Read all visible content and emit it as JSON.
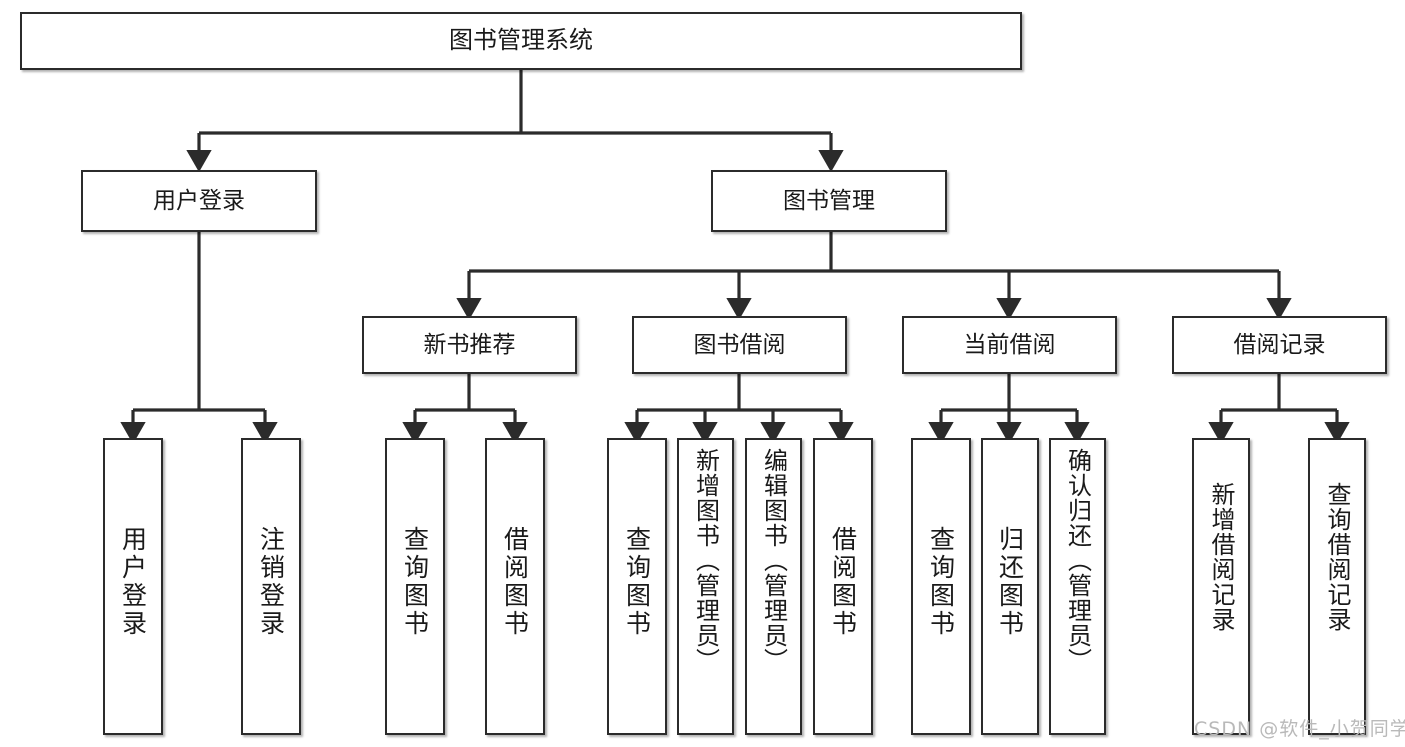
{
  "diagram": {
    "title": "图书管理系统",
    "type": "tree-hierarchy-chart",
    "orientation": "top-down",
    "colors": {
      "box_border": "#2b2b2b",
      "box_fill": "#ffffff",
      "connector": "#2b2b2b",
      "text": "#1a1a1a",
      "watermark": "#b9b9b9",
      "background": "#ffffff"
    }
  },
  "root": {
    "label": "图书管理系统"
  },
  "level2": [
    {
      "label": "用户登录"
    },
    {
      "label": "图书管理"
    }
  ],
  "level3": [
    {
      "label": "新书推荐"
    },
    {
      "label": "图书借阅"
    },
    {
      "label": "当前借阅"
    },
    {
      "label": "借阅记录"
    }
  ],
  "leaves": {
    "user_login": [
      {
        "label": "用户登录"
      },
      {
        "label": "注销登录"
      }
    ],
    "new_book_recommend": [
      {
        "label": "查询图书"
      },
      {
        "label": "借阅图书"
      }
    ],
    "book_borrow": [
      {
        "label": "查询图书"
      },
      {
        "label": "新增图书（管理员）"
      },
      {
        "label": "编辑图书（管理员）"
      },
      {
        "label": "借阅图书"
      }
    ],
    "current_borrow": [
      {
        "label": "查询图书"
      },
      {
        "label": "归还图书"
      },
      {
        "label": "确认归还（管理员）"
      }
    ],
    "borrow_record": [
      {
        "label": "新增借阅记录"
      },
      {
        "label": "查询借阅记录"
      }
    ]
  },
  "watermark": {
    "text": "CSDN @软件_小贺同学"
  }
}
